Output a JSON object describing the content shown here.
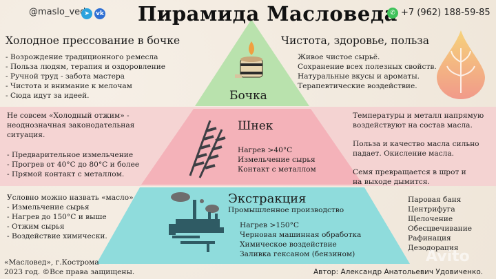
{
  "header": {
    "handle": "@maslo_ved",
    "social_icons": [
      "telegram-icon",
      "vk-icon"
    ],
    "title": "Пирамида Масловеда",
    "whatsapp_icon": "whatsapp-icon",
    "phone": "+7 (962) 188-59-85"
  },
  "tiers": [
    {
      "label": "Бочка",
      "icon": "barrel-icon",
      "color": "#b9e2ad",
      "left": {
        "heading": "Холодное прессование в бочке",
        "items": [
          "- Возрождение традиционного ремесла",
          "- Польза людям, терапия и оздоровление",
          "- Ручной труд - забота мастера",
          "- Чистота и внимание к мелочам",
          "- Сюда идут за идеей."
        ]
      },
      "right": {
        "heading": "Чистота, здоровье, польза",
        "items": [
          "Живое чистое сырьё.",
          "Сохранение всех полезных свойств.",
          "Натуральные вкусы и ароматы.",
          "Терапевтические воздействие."
        ]
      }
    },
    {
      "label": "Шнек",
      "icon": "auger-screw-icon",
      "color": "#f4b2b9",
      "inner": [
        "Нагрев >40°C",
        "Измельчение сырья",
        "Контакт с металлом"
      ],
      "left": {
        "intro": [
          "Не совсем «Холодный отжим» -",
          "неоднозначная законодательная",
          "ситуация."
        ],
        "items": [
          "- Предварительное измельчение",
          "- Прогрев от 40°C до 80°C и более",
          "- Прямой контакт с металлом."
        ]
      },
      "right": {
        "paragraphs": [
          [
            "Температуры и металл напрямую",
            "воздействуют на состав масла."
          ],
          [
            "Польза и качество масла сильно",
            "падает. Окисление масла."
          ],
          [
            "Семя превращается в шрот и",
            "на выходе дымится."
          ]
        ]
      }
    },
    {
      "label": "Экстракция",
      "sublabel": "Промышленное производство",
      "icon": "factory-icon",
      "color": "#8fdcdc",
      "inner": [
        "Нагрев >150°C",
        "Черновая машинная обработка",
        "Химическое воздействие",
        "Заливка гексаном (бензином)"
      ],
      "left": {
        "items": [
          "Условно можно назвать «масло»",
          "- Измельчение сырья",
          "- Нагрев до 150°C и выше",
          "- Отжим сырья",
          "- Воздействие химически."
        ]
      },
      "right": {
        "items": [
          "Паровая баня",
          "Центрифуга",
          "Щелочение",
          "Обесцвечивание",
          "Рафинация",
          "Дезодорация"
        ]
      }
    }
  ],
  "footer": {
    "copyright_line1": "«Масловед», г.Кострома",
    "copyright_line2": "2023 год. ©Все права защищены.",
    "author": "Автор: Александр Анатольевич Удовиченко.",
    "watermark": "Avito"
  },
  "logo": {
    "icon": "oil-drop-plant-logo-icon"
  }
}
